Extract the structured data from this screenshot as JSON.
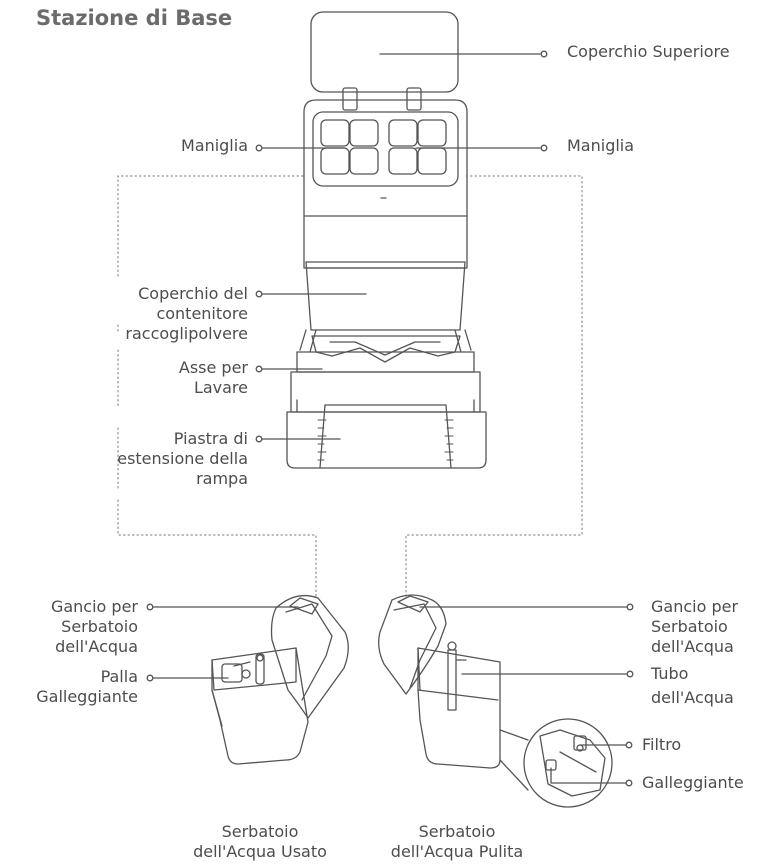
{
  "title": "Stazione di Base",
  "labels": {
    "top_cover": "Coperchio Superiore",
    "handle_left": "Maniglia",
    "handle_right": "Maniglia",
    "dust_bin_cover": [
      "Coperchio del",
      "contenitore",
      "raccoglipolvere"
    ],
    "wash_board": [
      "Asse per",
      "Lavare"
    ],
    "ramp_plate": [
      "Piastra di",
      "estensione della",
      "rampa"
    ],
    "hook_left": [
      "Gancio per",
      "Serbatoio",
      "dell'Acqua"
    ],
    "float_ball": [
      "Palla",
      "Galleggiante"
    ],
    "hook_right": [
      "Gancio per",
      "Serbatoio",
      "dell'Acqua"
    ],
    "water_tube": [
      "Tubo",
      "dell'Acqua"
    ],
    "filter": "Filtro",
    "float": "Galleggiante",
    "dirty_tank": [
      "Serbatoio",
      "dell'Acqua Usato"
    ],
    "clean_tank": [
      "Serbatoio",
      "dell'Acqua Pulita"
    ]
  },
  "colors": {
    "line": "#555555",
    "text": "#4d4d4d",
    "dotted": "#777777"
  }
}
